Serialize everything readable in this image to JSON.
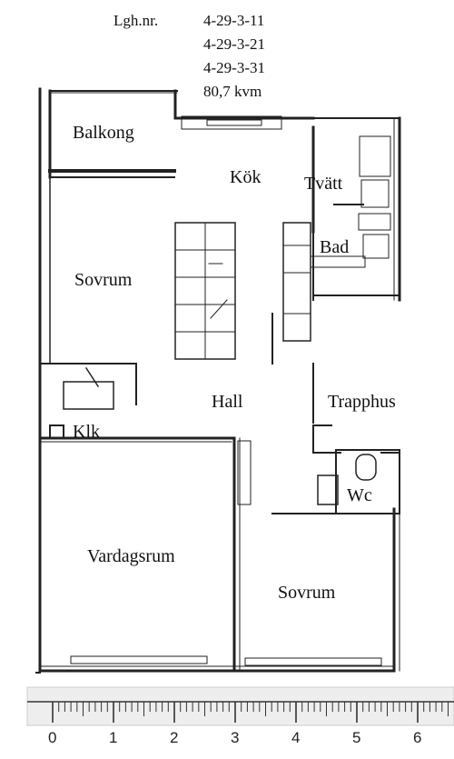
{
  "header": {
    "label": "Lgh.nr.",
    "apartment_numbers": [
      "4-29-3-11",
      "4-29-3-21",
      "4-29-3-31"
    ],
    "area": "80,7 kvm"
  },
  "rooms": {
    "balcony": "Balkong",
    "kitchen": "Kök",
    "laundry": "Tvätt",
    "bath": "Bad",
    "bedroom_1": "Sovrum",
    "hall": "Hall",
    "stairwell": "Trapphus",
    "closet": "Klk",
    "wc": "Wc",
    "living_room": "Vardagsrum",
    "bedroom_2": "Sovrum"
  },
  "scale": {
    "ticks": [
      "0",
      "1",
      "2",
      "3",
      "4",
      "5",
      "6"
    ]
  }
}
